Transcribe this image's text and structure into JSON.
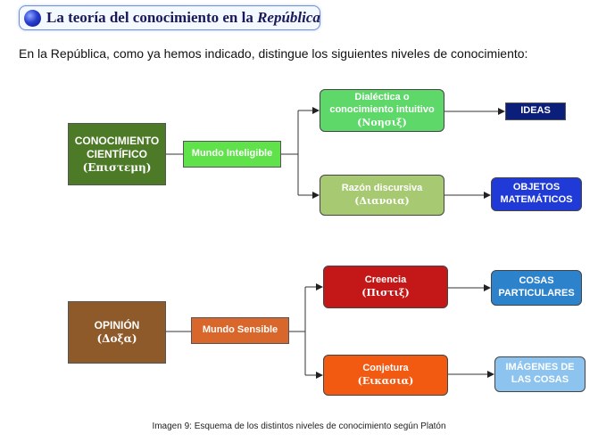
{
  "header": {
    "title_main": "La teoría del conocimiento en la ",
    "title_italic": "República"
  },
  "intro_text": "En la República, como ya hemos indicado, distingue los siguientes niveles de conocimiento:",
  "diagram": {
    "conocimiento": {
      "line1": "CONOCIMIENTO",
      "line2": "CIENTÍFICO",
      "greek": "(Επιστεμη)"
    },
    "mundo_inteligible": "Mundo Inteligible",
    "dialectica": {
      "line1": "Dialéctica o",
      "line2": "conocimiento intuitivo",
      "greek": "(Νοησιξ)"
    },
    "razon": {
      "line1": "Razón discursiva",
      "greek": "(Διανοια)"
    },
    "ideas": "IDEAS",
    "objetos": {
      "line1": "OBJETOS",
      "line2": "MATEMÁTICOS"
    },
    "opinion": {
      "line1": "OPINIÓN",
      "greek": "(Δοξα)"
    },
    "mundo_sensible": "Mundo Sensible",
    "creencia": {
      "line1": "Creencia",
      "greek": "(Πιστιξ)"
    },
    "conjetura": {
      "line1": "Conjetura",
      "greek": "(Εικασια)"
    },
    "cosas": {
      "line1": "COSAS",
      "line2": "PARTICULARES"
    },
    "imagenes": {
      "line1": "IMÁGENES DE",
      "line2": "LAS COSAS"
    }
  },
  "caption": "Imagen 9: Esquema de los distintos niveles de conocimiento según Platón"
}
